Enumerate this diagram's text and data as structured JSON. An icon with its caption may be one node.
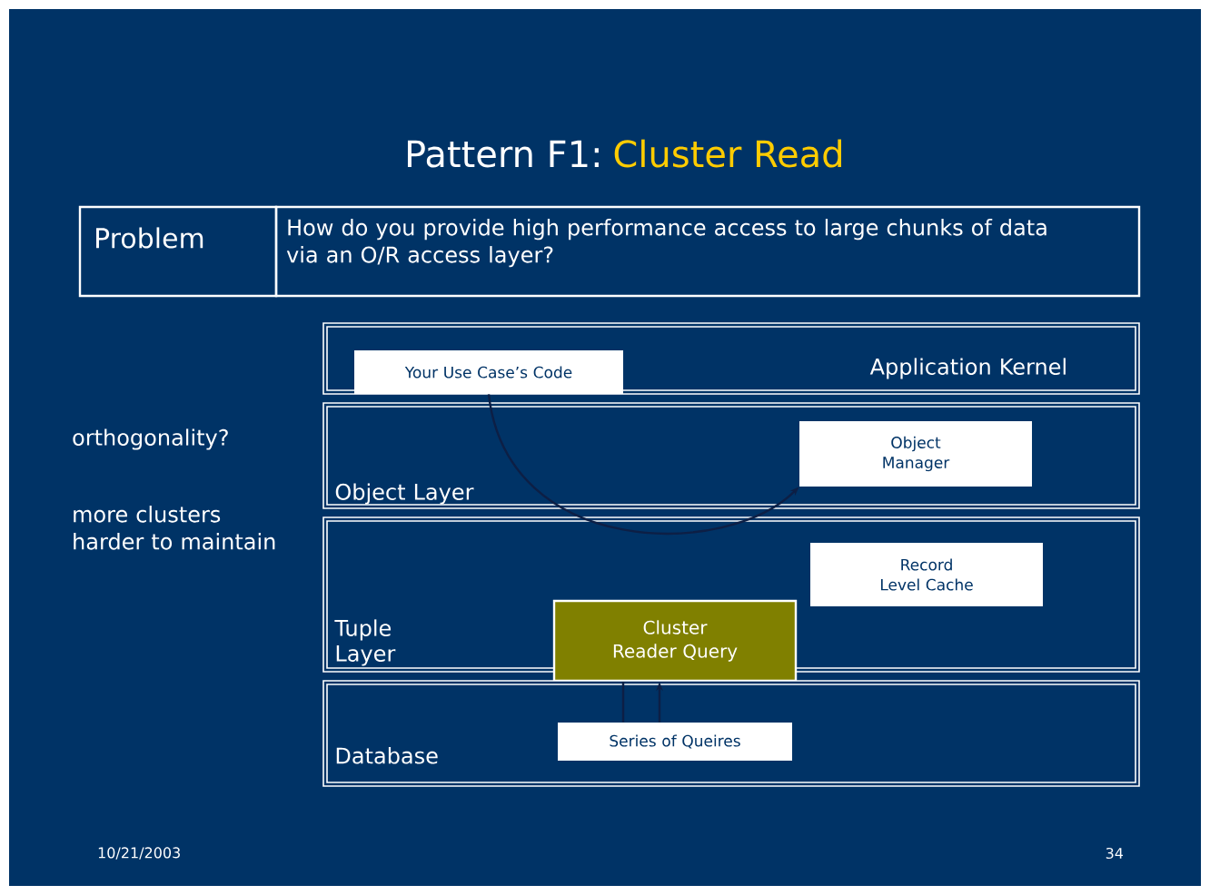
{
  "diagram": {
    "title": "Pattern F1:",
    "nodes": [
      {
        "text": [
          "Application Kernel"
        ]
      },
      {
        "text": [
          "Your Use Case’s Code"
        ],
        "in": 0
      },
      {
        "text": [
          "Object Layer"
        ]
      },
      {
        "text": [
          "Object Manager"
        ],
        "in": 2
      },
      {
        "text": [
          "Tuple Layer"
        ]
      },
      {
        "text": [
          "Record Level Cache"
        ],
        "in": 4
      },
      {
        "text": [
          "Cluster Reader Query"
        ]
      },
      {
        "text": [
          "Database"
        ]
      },
      {
        "text": [
          "Series of Queires"
        ],
        "in": 7
      }
    ],
    "edges": [
      {
        "from": 1,
        "to": 3,
        "arrow": "to"
      },
      {
        "from": 6,
        "to": 8,
        "arrow": "none"
      },
      {
        "from": 8,
        "to": 6,
        "arrow": "to"
      }
    ],
    "labels": [
      "Cluster Read",
      "Problem",
      "How do you provide high performance access to large chunks of data via an O/R access layer?",
      "orthogonality?",
      "more clusters harder to maintain",
      "10/21/2003",
      "34"
    ]
  }
}
